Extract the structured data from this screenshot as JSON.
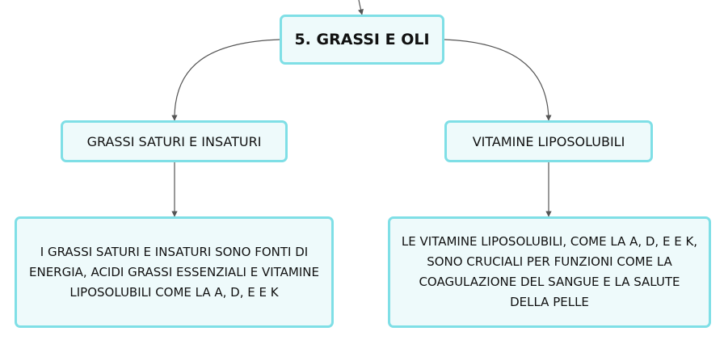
{
  "root": {
    "label": "5. GRASSI E OLI"
  },
  "branches": [
    {
      "label": "GRASSI SATURI E INSATURI",
      "detail": "I GRASSI SATURI E INSATURI SONO FONTI DI ENERGIA, ACIDI GRASSI ESSENZIALI E VITAMINE LIPOSOLUBILI COME LA A, D, E E K"
    },
    {
      "label": "VITAMINE LIPOSOLUBILI",
      "detail": "LE VITAMINE LIPOSOLUBILI, COME LA A, D, E E K, SONO CRUCIALI PER FUNZIONI COME LA COAGULAZIONE DEL SANGUE E LA SALUTE DELLA PELLE"
    }
  ],
  "colors": {
    "node_border": "#7fdfe6",
    "node_fill": "#eefafb",
    "connector": "#555555"
  }
}
